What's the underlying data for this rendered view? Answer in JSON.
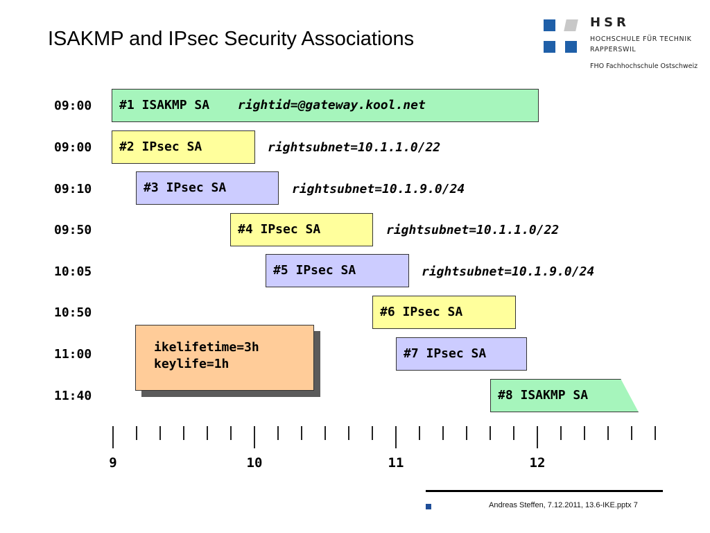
{
  "title": "ISAKMP and IPsec Security Associations",
  "logo": {
    "name": "HSR",
    "line1": "HOCHSCHULE FÜR TECHNIK",
    "line2": "RAPPERSWIL",
    "line3": "FHO Fachhochschule Ostschweiz",
    "colors": {
      "blue": "#1f5fa8",
      "grey": "#c8c8c8"
    }
  },
  "rows": [
    {
      "time": "09:00",
      "label": "#1 ISAKMP SA",
      "note": "rightid=@gateway.kool.net",
      "color": "#a6f5bc"
    },
    {
      "time": "09:00",
      "label": "#2 IPsec SA",
      "note": "rightsubnet=10.1.1.0/22",
      "color": "#ffff9c"
    },
    {
      "time": "09:10",
      "label": "#3 IPsec SA",
      "note": "rightsubnet=10.1.9.0/24",
      "color": "#ccccff"
    },
    {
      "time": "09:50",
      "label": "#4 IPsec SA",
      "note": "rightsubnet=10.1.1.0/22",
      "color": "#ffff9c"
    },
    {
      "time": "10:05",
      "label": "#5 IPsec SA",
      "note": "rightsubnet=10.1.9.0/24",
      "color": "#ccccff"
    },
    {
      "time": "10:50",
      "label": "#6 IPsec SA",
      "note": "",
      "color": "#ffff9c"
    },
    {
      "time": "11:00",
      "label": "#7 IPsec SA",
      "note": "",
      "color": "#ccccff"
    },
    {
      "time": "11:40",
      "label": "#8 ISAKMP SA",
      "note": "",
      "color": "#a6f5bc"
    }
  ],
  "callout": {
    "line1": "ikelifetime=3h",
    "line2": "keylife=1h",
    "color": "#ffcc99"
  },
  "axis": {
    "labels": [
      "9",
      "10",
      "11",
      "12"
    ]
  },
  "footer": "Andreas Steffen, 7.12.2011, 13.6-IKE.pptx 7"
}
